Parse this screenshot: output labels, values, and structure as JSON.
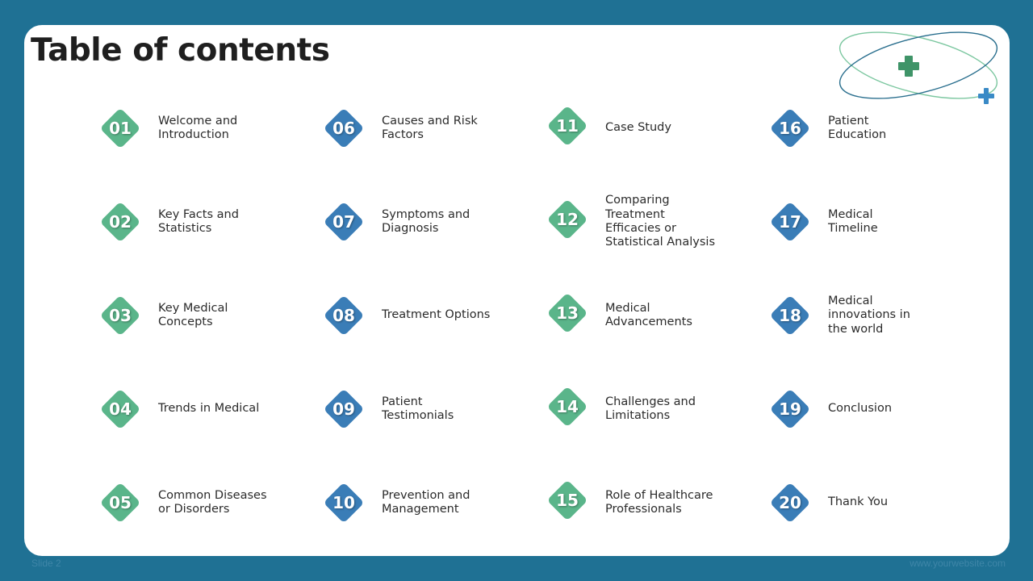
{
  "slide": {
    "title": "Table of contents",
    "footer_left": "Slide 2",
    "footer_right": "www.yourwebsite.com"
  },
  "colors": {
    "frame": "#1f7194",
    "green": "#5ab58a",
    "blue": "#3a7db7",
    "cross_green": "#3f9468",
    "cross_blue": "#3a8ac6",
    "orbit_green": "#7cc7a0",
    "orbit_blue": "#2a6f8e"
  },
  "decor": {
    "icons": [
      "orbit-ellipse-icon",
      "orbit-ellipse-icon",
      "medical-cross-icon",
      "medical-cross-icon"
    ]
  },
  "items": [
    {
      "number": "01",
      "label": "Welcome and\nIntroduction",
      "color": "green"
    },
    {
      "number": "02",
      "label": "Key Facts and\nStatistics",
      "color": "green"
    },
    {
      "number": "03",
      "label": "Key Medical\nConcepts",
      "color": "green"
    },
    {
      "number": "04",
      "label": "Trends in Medical",
      "color": "green"
    },
    {
      "number": "05",
      "label": "Common Diseases\nor Disorders",
      "color": "green"
    },
    {
      "number": "06",
      "label": "Causes and Risk\nFactors",
      "color": "blue"
    },
    {
      "number": "07",
      "label": "Symptoms and\nDiagnosis",
      "color": "blue"
    },
    {
      "number": "08",
      "label": "Treatment Options",
      "color": "blue"
    },
    {
      "number": "09",
      "label": "Patient\nTestimonials",
      "color": "blue"
    },
    {
      "number": "10",
      "label": "Prevention and\nManagement",
      "color": "blue"
    },
    {
      "number": "11",
      "label": "Case Study",
      "color": "green"
    },
    {
      "number": "12",
      "label": "Comparing\nTreatment\nEfficacies or\nStatistical Analysis",
      "color": "green"
    },
    {
      "number": "13",
      "label": "Medical\nAdvancements",
      "color": "green"
    },
    {
      "number": "14",
      "label": "Challenges and\nLimitations",
      "color": "green"
    },
    {
      "number": "15",
      "label": "Role of Healthcare\nProfessionals",
      "color": "green"
    },
    {
      "number": "16",
      "label": "Patient\nEducation",
      "color": "blue"
    },
    {
      "number": "17",
      "label": "Medical\nTimeline",
      "color": "blue"
    },
    {
      "number": "18",
      "label": "Medical\ninnovations in\nthe world",
      "color": "blue"
    },
    {
      "number": "19",
      "label": "Conclusion",
      "color": "blue"
    },
    {
      "number": "20",
      "label": "Thank You",
      "color": "blue"
    }
  ]
}
